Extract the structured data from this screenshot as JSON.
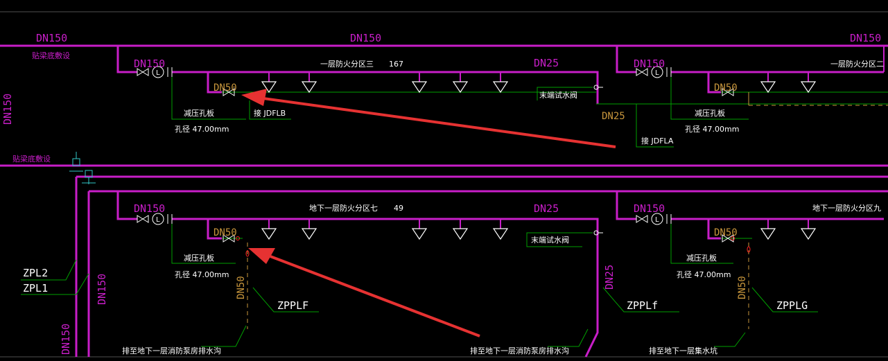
{
  "colors": {
    "background": "#000000",
    "pipe": "#c81ec8",
    "pipe_label": "#c81ec8",
    "leader": "#00a000",
    "annotation": "#ffffff",
    "dim_orange": "#c8963c",
    "arrow": "#e63232",
    "symbol_red": "#ff2020",
    "cyan": "#32c8c8",
    "dashed": "#c8963c"
  },
  "labels": {
    "main_top_left": "DN150",
    "main_top_mid": "DN150",
    "main_top_right": "DN150",
    "beam_top": "贴梁底敷设",
    "left_vertical": "DN150",
    "beam_mid": "贴梁底敷设",
    "upper_branch_left": {
      "riser_size": "DN150",
      "zone_name": "一层防火分区三",
      "count": "167",
      "pipe_size": "DN25",
      "small_size": "DN50",
      "orifice": "减压孔板",
      "orifice_dia": "孔径 47.00mm",
      "connect": "接 JDFLB",
      "test_valve": "末端试水阀",
      "drop_size": "DN25",
      "connect2": "接 JDFLA"
    },
    "upper_branch_right": {
      "riser_size": "DN150",
      "zone_name": "一层防火分区二",
      "small_size": "DN50",
      "orifice": "减压孔板",
      "orifice_dia": "孔径 47.00mm"
    },
    "lower_branch_left": {
      "riser_size": "DN150",
      "zone_name": "地下一层防火分区七",
      "count": "49",
      "pipe_size": "DN25",
      "small_size": "DN50",
      "orifice": "减压孔板",
      "orifice_dia": "孔径 47.00mm",
      "test_valve": "末端试水阀",
      "drop_size": "DN50",
      "drop_size2": "DN25",
      "tag1": "ZPPLF",
      "tag2": "ZPPLf",
      "drain1": "排至地下一层消防泵房排水沟",
      "drain2": "排至地下一层消防泵房排水沟"
    },
    "lower_branch_right": {
      "riser_size": "DN150",
      "zone_name": "地下一层防火分区九",
      "small_size": "DN50",
      "orifice": "减压孔板",
      "orifice_dia": "孔径 47.00mm",
      "drop_size": "DN50",
      "tag": "ZPPLG",
      "drain": "排至地下一层集水坑"
    },
    "riser_tags": {
      "zpl2": "ZPL2",
      "zpl1": "ZPL1",
      "vertical_size": "DN150",
      "bottom_size": "DN150"
    }
  }
}
